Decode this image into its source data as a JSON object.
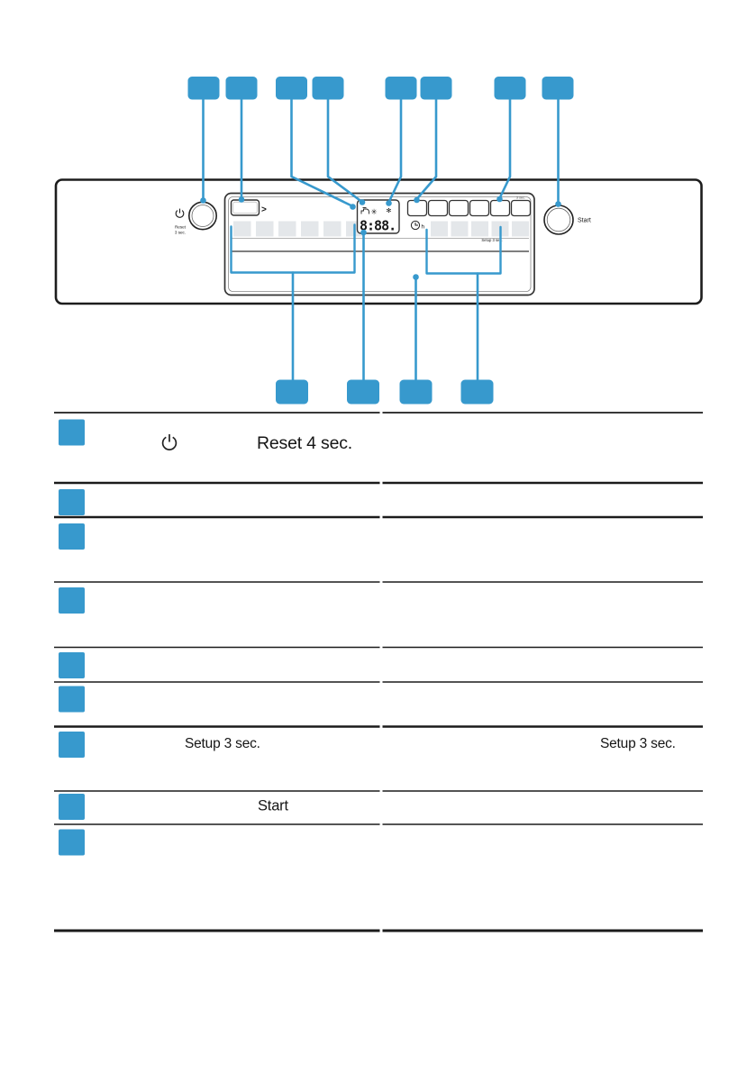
{
  "accent_color": "#3799cd",
  "line_color": "#1b1b1b",
  "indicator_square_color": "#e4e7ea",
  "panel": {
    "power": {
      "reset_label_1": "Reset",
      "reset_label_2": "3 sec."
    },
    "program_button_arrow": ">",
    "display": {
      "value": "8:88.",
      "tap_icon": "tap-water-icon",
      "salt_glyph": "✳",
      "rinse_glyph": "✻"
    },
    "timer_unit": "h",
    "buttons_hint": "3 sec.",
    "setup_hint": "Setup 3 sec.",
    "start_label": "Start"
  },
  "callouts": {
    "top_count": 8,
    "bottom_count": 4,
    "labels": [
      "",
      "",
      "",
      "",
      "",
      "",
      "",
      "",
      "",
      "",
      "",
      ""
    ]
  },
  "table": {
    "rows": [
      {
        "id": 1,
        "icon": "power-icon",
        "text": "Reset 4 sec."
      },
      {
        "id": 2,
        "text": ""
      },
      {
        "id": 3,
        "text": ""
      },
      {
        "id": 4,
        "text": ""
      },
      {
        "id": 5,
        "text": ""
      },
      {
        "id": 6,
        "text": ""
      },
      {
        "id": 7,
        "left": "Setup 3 sec.",
        "right": "Setup 3 sec."
      },
      {
        "id": 8,
        "left": "Start"
      },
      {
        "id": 9,
        "text": ""
      }
    ]
  }
}
